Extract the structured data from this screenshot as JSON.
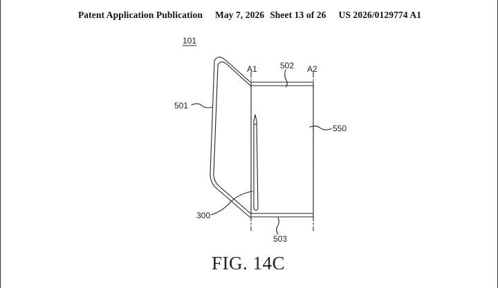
{
  "header": {
    "publication": "Patent Application Publication",
    "date": "May 7, 2026",
    "sheet": "Sheet 13 of 26",
    "number": "US 2026/0129774 A1"
  },
  "figure": {
    "device_ref": "101",
    "labels": {
      "a1": "A1",
      "a2": "A2",
      "panel_top": "502",
      "panel_left": "501",
      "panel_right": "550",
      "pen": "300",
      "bottom": "503"
    },
    "caption": "FIG. 14C"
  }
}
